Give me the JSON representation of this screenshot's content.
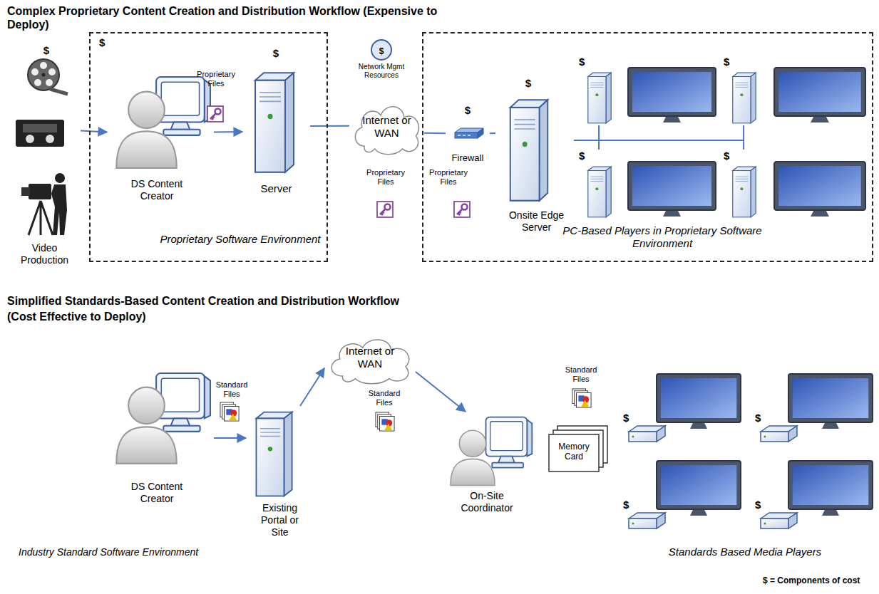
{
  "diagram": {
    "title": "Complex Proprietary Content Creation and Distribution Workflow (Expensive to Deploy)",
    "nodes": [
      {
        "text": [
          "$",
          "Video Production"
        ]
      },
      {
        "text": [
          "$",
          "Proprietary Software Environment"
        ]
      },
      {
        "text": [
          "DS Content Creator"
        ],
        "in": 1
      },
      {
        "text": [
          "$",
          "Server"
        ],
        "in": 1
      },
      {
        "text": [
          "Internet or WAN"
        ]
      },
      {
        "text": [
          "PC-Based Players in Proprietary Software Environment"
        ]
      },
      {
        "text": [
          "$",
          "Firewall"
        ],
        "in": 5
      },
      {
        "text": [
          "$",
          "Onsite Edge Server"
        ],
        "in": 5
      },
      {
        "text": [
          "$"
        ],
        "in": 5
      },
      {
        "text": [
          "$"
        ],
        "in": 5
      },
      {
        "text": [
          "$"
        ],
        "in": 5
      },
      {
        "text": [
          "$"
        ],
        "in": 5
      },
      {
        "text": [
          "DS Content Creator"
        ]
      },
      {
        "text": [
          "Existing Portal or Site"
        ]
      },
      {
        "text": [
          "Internet or WAN"
        ]
      },
      {
        "text": [
          "On-Site Coordinator"
        ]
      },
      {
        "text": [
          "Memory Card"
        ]
      },
      {
        "text": [
          "$"
        ]
      },
      {
        "text": [
          "$"
        ]
      },
      {
        "text": [
          "$"
        ]
      },
      {
        "text": [
          "$"
        ]
      }
    ],
    "edges": [
      {
        "from": 0,
        "to": 2,
        "arrow": "to"
      },
      {
        "from": 2,
        "to": 3,
        "arrow": "to"
      },
      {
        "from": 3,
        "to": 4,
        "arrow": "none"
      },
      {
        "from": 4,
        "to": 6,
        "arrow": "none"
      },
      {
        "from": 6,
        "to": 7,
        "arrow": "none"
      },
      {
        "from": 7,
        "to": 8,
        "arrow": "none"
      },
      {
        "from": 7,
        "to": 9,
        "arrow": "none"
      },
      {
        "from": 7,
        "to": 10,
        "arrow": "none"
      },
      {
        "from": 7,
        "to": 11,
        "arrow": "none"
      },
      {
        "from": 12,
        "to": 13,
        "arrow": "to"
      },
      {
        "from": 13,
        "to": 14,
        "arrow": "to"
      },
      {
        "from": 14,
        "to": 15,
        "arrow": "to"
      }
    ],
    "labels": [
      "Proprietary Files",
      "$",
      "Network Mgmt Resources",
      "Proprietary Files",
      "Proprietary Files",
      "Simplified Standards-Based Content Creation and Distribution Workflow",
      "(Cost Effective to Deploy)",
      "Standard Files",
      "Standard Files",
      "Standard Files",
      "Industry Standard Software Environment",
      "Standards Based Media Players",
      "$ = Components of cost"
    ]
  }
}
